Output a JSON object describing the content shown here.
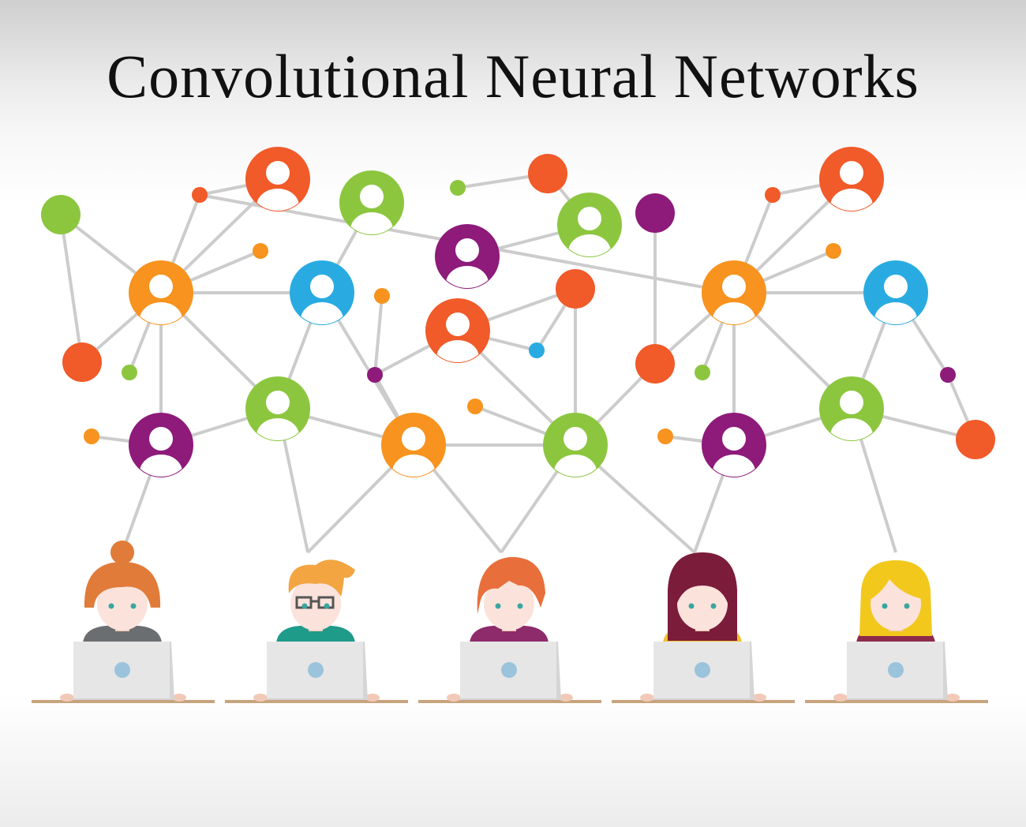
{
  "title": "Convolutional Neural Networks",
  "colors": {
    "orange": "#f7931e",
    "red": "#f15a29",
    "green": "#8cc63f",
    "purple": "#8e1a7a",
    "blue": "#29abe2",
    "link": "#cccccc",
    "desk": "#c8a47e",
    "laptop": "#e6e6e6",
    "laptop_dot": "#9cc3dc"
  },
  "nodes": [
    {
      "id": "n1",
      "kind": "person",
      "color": "red"
    },
    {
      "id": "n2",
      "kind": "person",
      "color": "green"
    },
    {
      "id": "n3",
      "kind": "person",
      "color": "green"
    },
    {
      "id": "n4",
      "kind": "person",
      "color": "purple"
    },
    {
      "id": "n5",
      "kind": "person",
      "color": "red"
    },
    {
      "id": "n6",
      "kind": "person",
      "color": "orange"
    },
    {
      "id": "n7",
      "kind": "person",
      "color": "blue"
    },
    {
      "id": "n8",
      "kind": "person",
      "color": "red"
    },
    {
      "id": "n9",
      "kind": "person",
      "color": "orange"
    },
    {
      "id": "n10",
      "kind": "person",
      "color": "blue"
    },
    {
      "id": "n11",
      "kind": "person",
      "color": "green"
    },
    {
      "id": "n12",
      "kind": "person",
      "color": "purple"
    },
    {
      "id": "n13",
      "kind": "person",
      "color": "orange"
    },
    {
      "id": "n14",
      "kind": "person",
      "color": "green"
    },
    {
      "id": "n15",
      "kind": "person",
      "color": "purple"
    },
    {
      "id": "n16",
      "kind": "person",
      "color": "green"
    },
    {
      "id": "d1",
      "kind": "dot",
      "color": "green"
    },
    {
      "id": "d2",
      "kind": "dot",
      "color": "red"
    },
    {
      "id": "d3",
      "kind": "dot",
      "color": "red"
    },
    {
      "id": "d4",
      "kind": "dot",
      "color": "orange"
    },
    {
      "id": "d5",
      "kind": "dot",
      "color": "green"
    },
    {
      "id": "d6",
      "kind": "dot",
      "color": "orange"
    },
    {
      "id": "d7",
      "kind": "dot",
      "color": "orange"
    },
    {
      "id": "d8",
      "kind": "dot",
      "color": "purple"
    },
    {
      "id": "d9",
      "kind": "dot",
      "color": "green"
    },
    {
      "id": "d10",
      "kind": "dot",
      "color": "red"
    },
    {
      "id": "d11",
      "kind": "dot",
      "color": "red"
    },
    {
      "id": "d12",
      "kind": "dot",
      "color": "purple"
    },
    {
      "id": "d13",
      "kind": "dot",
      "color": "blue"
    },
    {
      "id": "d14",
      "kind": "dot",
      "color": "orange"
    },
    {
      "id": "d15",
      "kind": "dot",
      "color": "red"
    },
    {
      "id": "d16",
      "kind": "dot",
      "color": "red"
    },
    {
      "id": "d17",
      "kind": "dot",
      "color": "orange"
    },
    {
      "id": "d18",
      "kind": "dot",
      "color": "green"
    },
    {
      "id": "d19",
      "kind": "dot",
      "color": "orange"
    },
    {
      "id": "d20",
      "kind": "dot",
      "color": "purple"
    },
    {
      "id": "d21",
      "kind": "dot",
      "color": "red"
    }
  ],
  "links": [
    [
      "d1",
      "n6"
    ],
    [
      "d1",
      "d2"
    ],
    [
      "d2",
      "n6"
    ],
    [
      "d3",
      "n1"
    ],
    [
      "d3",
      "n6"
    ],
    [
      "n1",
      "n6"
    ],
    [
      "d4",
      "n6"
    ],
    [
      "n6",
      "n7"
    ],
    [
      "n6",
      "d5"
    ],
    [
      "n6",
      "n12"
    ],
    [
      "n6",
      "n11"
    ],
    [
      "d6",
      "n12"
    ],
    [
      "n12",
      "n11"
    ],
    [
      "n2",
      "n7"
    ],
    [
      "n7",
      "n11"
    ],
    [
      "n7",
      "n13"
    ],
    [
      "n11",
      "n13"
    ],
    [
      "d7",
      "d8"
    ],
    [
      "d8",
      "n8"
    ],
    [
      "d8",
      "n13"
    ],
    [
      "n8",
      "d10"
    ],
    [
      "n8",
      "d13"
    ],
    [
      "n8",
      "n14"
    ],
    [
      "d9",
      "d11"
    ],
    [
      "d11",
      "n3"
    ],
    [
      "n3",
      "n4"
    ],
    [
      "n13",
      "n14"
    ],
    [
      "d14",
      "n14"
    ],
    [
      "d13",
      "d10"
    ],
    [
      "d10",
      "n14"
    ],
    [
      "n14",
      "d15"
    ],
    [
      "d15",
      "n9"
    ],
    [
      "d12",
      "d15"
    ],
    [
      "d3",
      "n9"
    ],
    [
      "d16",
      "n9"
    ],
    [
      "d16",
      "n5"
    ],
    [
      "n5",
      "n9"
    ],
    [
      "d17",
      "n9"
    ],
    [
      "n9",
      "n10"
    ],
    [
      "n9",
      "d18"
    ],
    [
      "n9",
      "n15"
    ],
    [
      "n9",
      "n16"
    ],
    [
      "d19",
      "n15"
    ],
    [
      "n15",
      "n16"
    ],
    [
      "n10",
      "n16"
    ],
    [
      "n10",
      "d20"
    ],
    [
      "d20",
      "d21"
    ],
    [
      "n16",
      "d21"
    ],
    [
      "n12",
      "u1"
    ],
    [
      "n11",
      "u2"
    ],
    [
      "n13",
      "u2"
    ],
    [
      "n13",
      "u3"
    ],
    [
      "n14",
      "u3"
    ],
    [
      "n14",
      "u4"
    ],
    [
      "n15",
      "u4"
    ],
    [
      "n16",
      "u5"
    ]
  ],
  "users": [
    {
      "id": "u1",
      "hair": "#e07b39",
      "shirt": "#6b6e70",
      "style": "bun"
    },
    {
      "id": "u2",
      "hair": "#f2a541",
      "shirt": "#1f9b8a",
      "style": "glasses"
    },
    {
      "id": "u3",
      "hair": "#e86f3c",
      "shirt": "#8e2b6b",
      "style": "spiky"
    },
    {
      "id": "u4",
      "hair": "#7b1c3a",
      "shirt": "#f2c12e",
      "style": "long"
    },
    {
      "id": "u5",
      "hair": "#f2c81d",
      "shirt": "#8e2b4a",
      "style": "bob"
    }
  ]
}
